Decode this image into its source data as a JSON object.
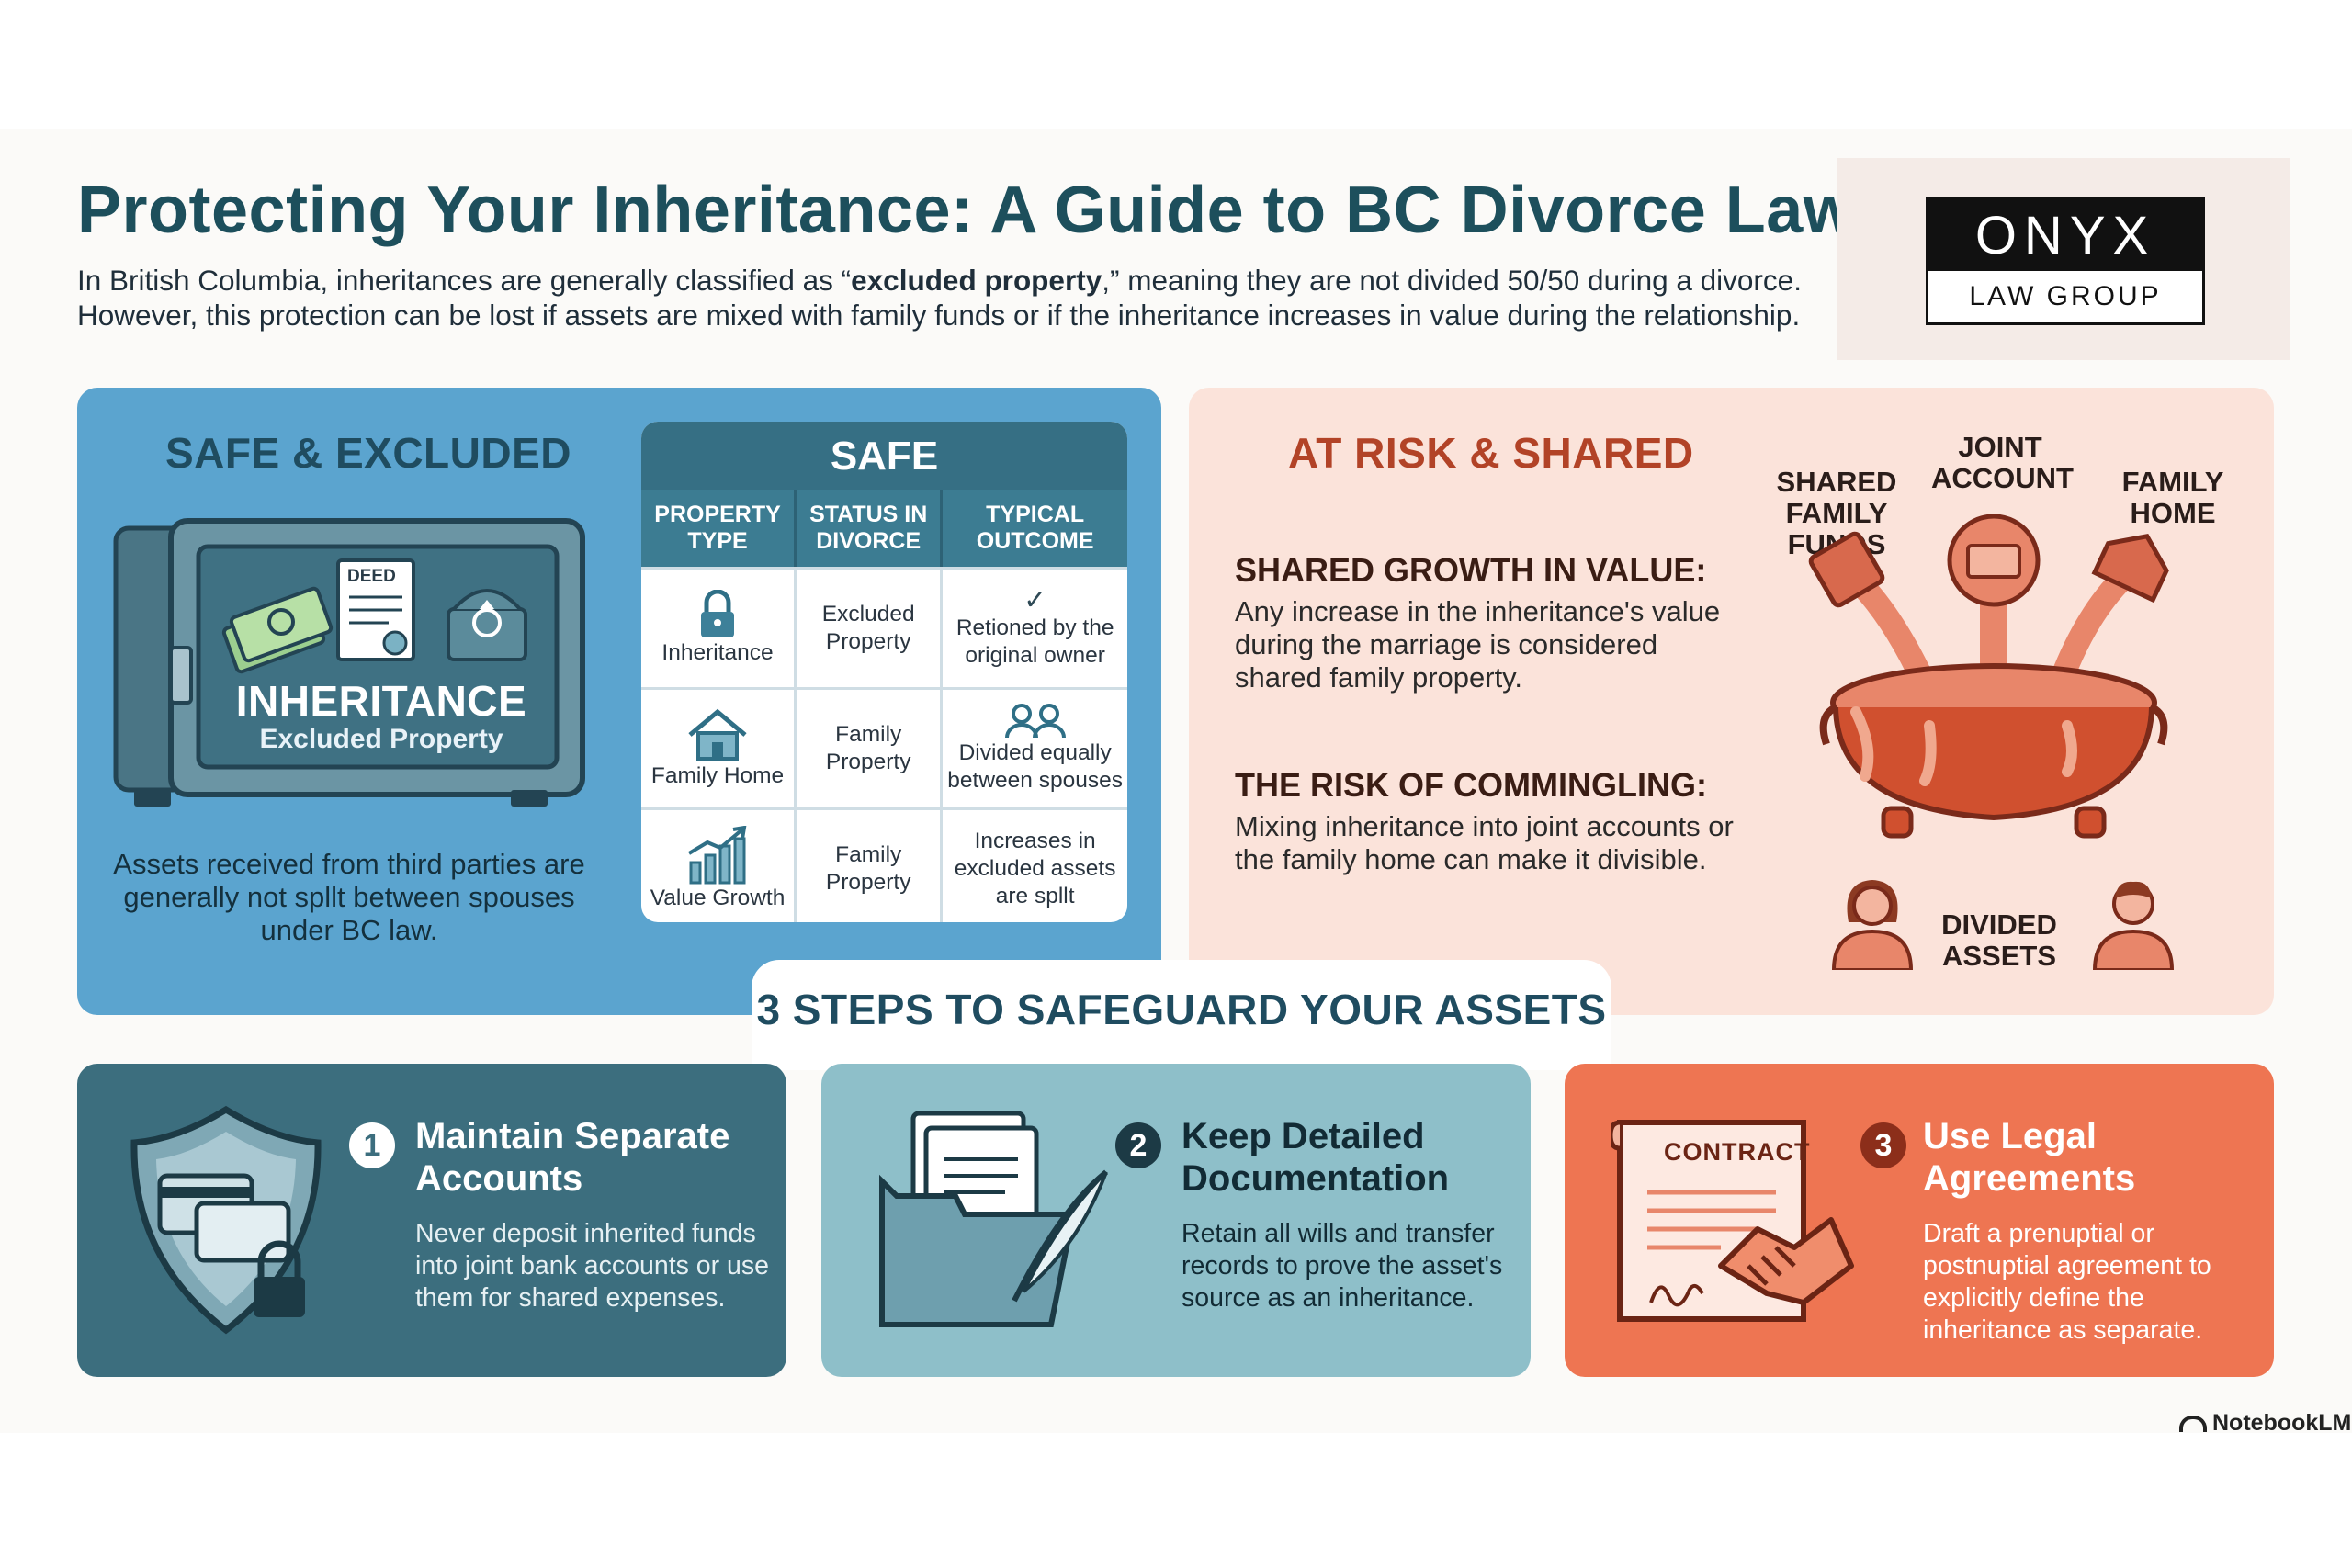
{
  "header": {
    "title": "Protecting Your Inheritance: A Guide to BC Divorce Law",
    "intro_line1_pre": "In British Columbia, inheritances are generally classified as “",
    "intro_line1_bold": "excluded property",
    "intro_line1_post": ",” meaning they are not divided 50/50 during a divorce.",
    "intro_line2": "However, this protection can be lost if assets are mixed with family funds or if the inheritance increases in value during the relationship."
  },
  "logo": {
    "name": "ONYX",
    "subtitle": "LAW GROUP"
  },
  "safe_section": {
    "heading": "SAFE & EXCLUDED",
    "deed_label": "DEED",
    "vault_label": "INHERITANCE",
    "vault_sublabel": "Excluded Property",
    "caption": "Assets received from third parties are generally not spllt between spouses under BC law."
  },
  "safe_table": {
    "title": "SAFE",
    "columns": [
      "PROPERTY TYPE",
      "STATUS IN DIVORCE",
      "TYPICAL OUTCOME"
    ],
    "rows": [
      {
        "icon": "lock-icon",
        "type": "Inheritance",
        "status": "Excluded Property",
        "outcome_icon": "check-icon",
        "outcome": "Retioned by the original owner"
      },
      {
        "icon": "house-icon",
        "type": "Family Home",
        "status": "Family Property",
        "outcome_icon": "people-icon",
        "outcome": "Divided equally between spouses"
      },
      {
        "icon": "growth-chart-icon",
        "type": "Value Growth",
        "status": "Family Property",
        "outcome_icon": "",
        "outcome": "Increases in excluded assets are spllt"
      }
    ]
  },
  "risk_section": {
    "heading": "AT RISK & SHARED",
    "point1_title": "SHARED GROWTH IN VALUE:",
    "point1_text": "Any increase in the inheritance's value during the marriage is considered shared family property.",
    "point2_title": "THE RISK OF COMMINGLING:",
    "point2_text": "Mixing inheritance into joint accounts or the family home can make it divisible.",
    "label_shared_funds": "SHARED FAMILY FUNDS",
    "label_joint_account": "JOINT ACCOUNT",
    "label_family_home": "FAMILY HOME",
    "label_divided_assets": "DIVIDED ASSETS"
  },
  "steps": {
    "title": "3 STEPS TO SAFEGUARD YOUR ASSETS",
    "items": [
      {
        "number": "1",
        "title": "Maintain Separate Accounts",
        "text": "Never deposit inherited funds into joint bank accounts or use them for shared expenses."
      },
      {
        "number": "2",
        "title": "Keep Detailed Documentation",
        "text": "Retain all wills and transfer records to prove the asset's source as an inheritance."
      },
      {
        "number": "3",
        "title": "Use Legal Agreements",
        "text": "Draft a prenuptial or postnuptial agreement to explicitly define the inheritance as separate.",
        "contract_label": "CONTRACT"
      }
    ]
  },
  "footer": {
    "brand": "NotebookLM"
  },
  "colors": {
    "title": "#1d4f5c",
    "safe_panel": "#5ba4cf",
    "risk_panel": "#fbe3da",
    "risk_heading": "#b24327",
    "card1": "#3c6e7e",
    "card2": "#8ebfc9",
    "card3": "#ee7552"
  }
}
